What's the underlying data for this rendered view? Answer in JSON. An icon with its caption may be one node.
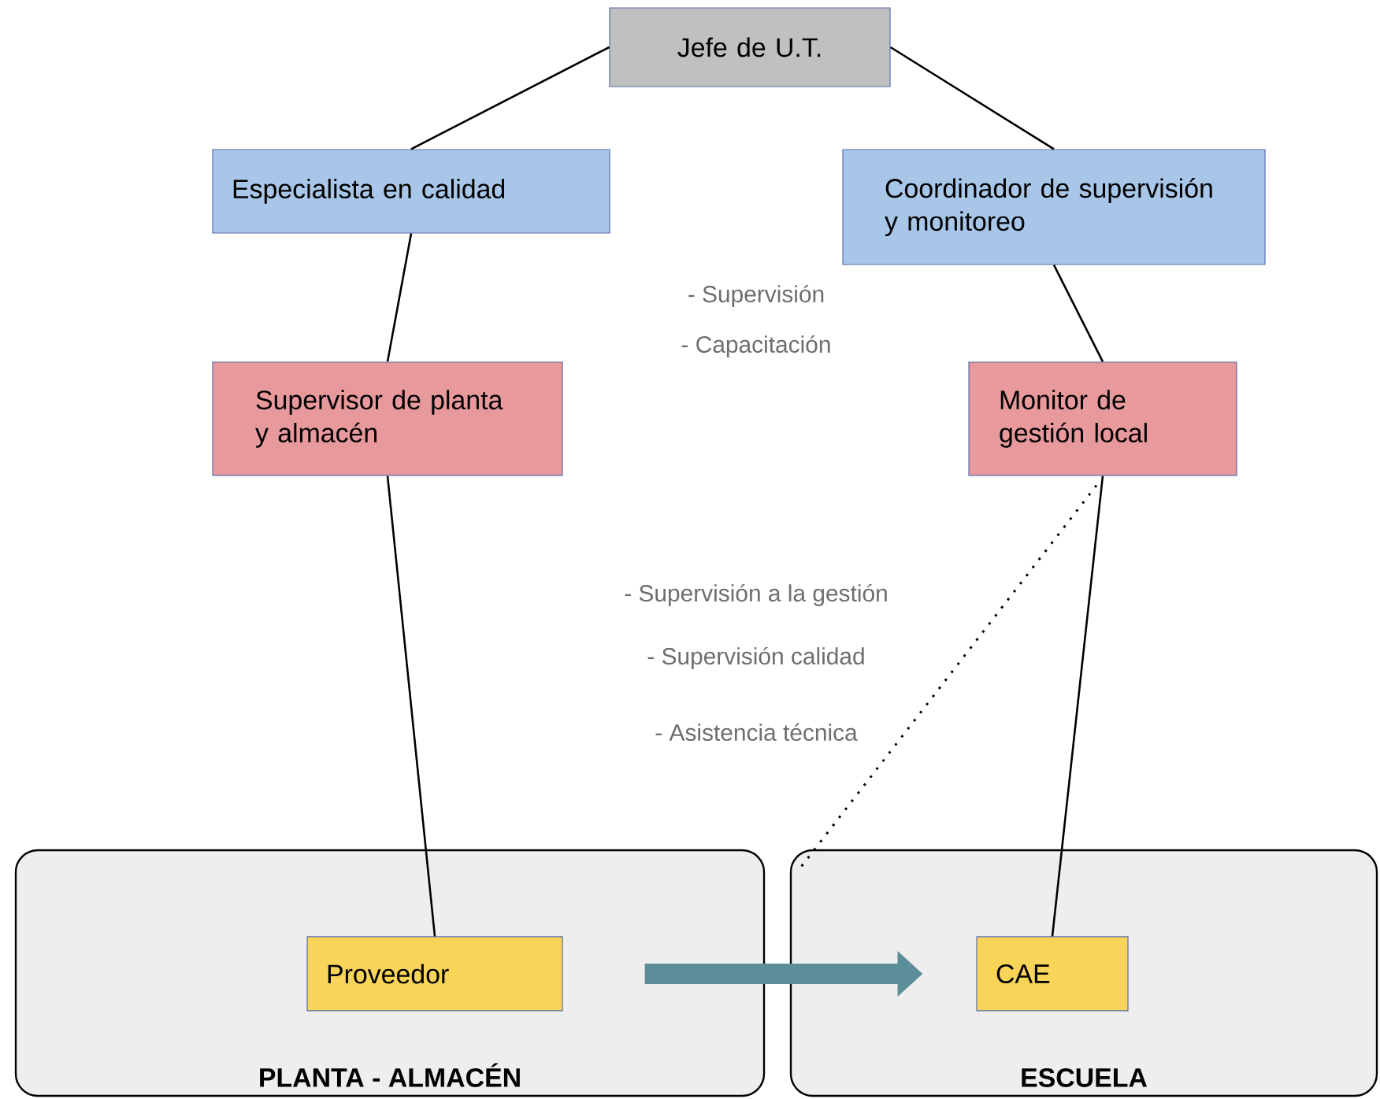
{
  "diagram": {
    "nodes": [
      {
        "text": [
          "Jefe de U.T."
        ]
      },
      {
        "text": [
          "Especialista en calidad"
        ]
      },
      {
        "text": [
          "Coordinador de supervisión y monitoreo"
        ]
      },
      {
        "text": [
          "Supervisor de planta y almacén"
        ]
      },
      {
        "text": [
          "Monitor de gestión local"
        ]
      },
      {
        "text": [
          "PLANTA - ALMACÉN"
        ]
      },
      {
        "text": [
          "ESCUELA"
        ]
      },
      {
        "text": [
          "Proveedor"
        ],
        "in": 5
      },
      {
        "text": [
          "CAE"
        ],
        "in": 6
      }
    ],
    "edges": [
      {
        "from": 0,
        "to": 1,
        "arrow": "none"
      },
      {
        "from": 0,
        "to": 2,
        "arrow": "none"
      },
      {
        "from": 1,
        "to": 3,
        "arrow": "none"
      },
      {
        "from": 2,
        "to": 4,
        "arrow": "none"
      },
      {
        "from": 3,
        "to": 7,
        "arrow": "none"
      },
      {
        "from": 4,
        "to": 8,
        "arrow": "none"
      },
      {
        "from": 4,
        "to": 6,
        "arrow": "none",
        "style": "dashed"
      },
      {
        "from": 7,
        "to": 8,
        "arrow": "to",
        "style": "thick",
        "color": "#5b8e99"
      }
    ],
    "labels": [
      "- Supervisión",
      "- Capacitación",
      "- Supervisión a la gestión",
      "- Supervisión calidad",
      "- Asistencia técnica"
    ]
  }
}
